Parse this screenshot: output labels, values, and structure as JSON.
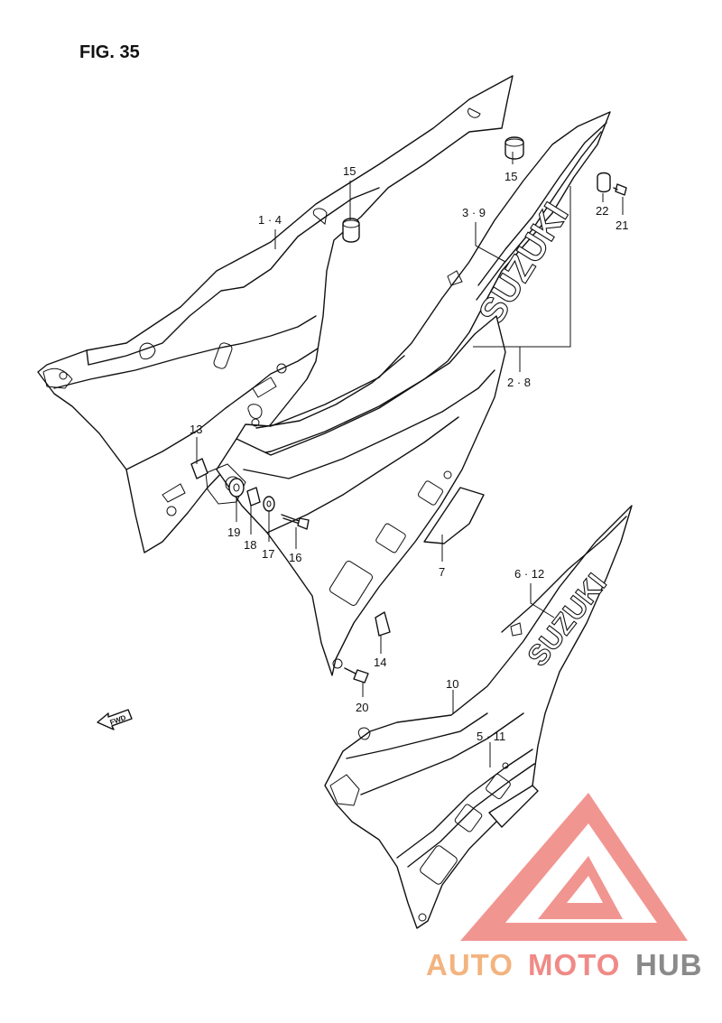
{
  "figure": {
    "title": "FIG. 35"
  },
  "callouts": {
    "c1_4": "1 · 4",
    "c2_8": "2 · 8",
    "c3_9": "3 · 9",
    "c5_11": "5 · 11",
    "c6_12": "6 · 12",
    "c7": "7",
    "c10": "10",
    "c13": "13",
    "c14": "14",
    "c15a": "15",
    "c15b": "15",
    "c16": "16",
    "c17": "17",
    "c18": "18",
    "c19": "19",
    "c20": "20",
    "c21": "21",
    "c22": "22"
  },
  "decals": {
    "brand_upper": "SUZUKI",
    "brand_lower": "SUZUKI"
  },
  "fwd_arrow": {
    "label": "FWD"
  },
  "watermark": {
    "text_a": "AUTO",
    "text_b": "MOTO",
    "text_c": "HUB",
    "colors": {
      "a": "#f3b37f",
      "b": "#f08a86",
      "c": "#8a8a8a",
      "mark": "#f08a86"
    }
  }
}
